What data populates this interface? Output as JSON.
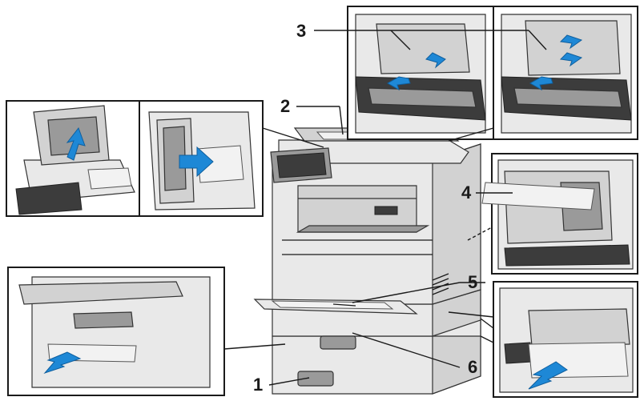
{
  "callouts": [
    {
      "id": "1",
      "label": "1"
    },
    {
      "id": "2",
      "label": "2"
    },
    {
      "id": "3",
      "label": "3"
    },
    {
      "id": "4",
      "label": "4"
    },
    {
      "id": "5",
      "label": "5"
    },
    {
      "id": "6",
      "label": "6"
    }
  ],
  "colors": {
    "arrow": "#1e88d6",
    "outline": "#1a1a1a",
    "panel_light": "#e9e9e9",
    "panel_mid": "#d2d2d2",
    "panel_dark": "#9a9a9a",
    "screen": "#3c3c3c"
  },
  "icons": [
    "blue-arrow-icon",
    "touchscreen-icon"
  ]
}
